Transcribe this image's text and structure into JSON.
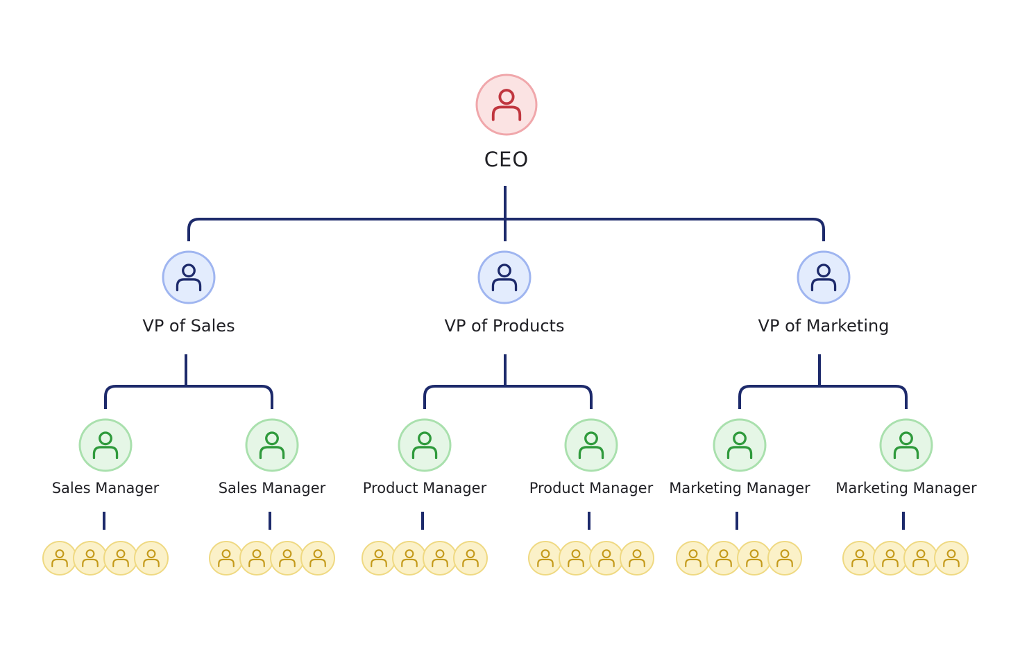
{
  "theme": {
    "line_color": "#1d2a6b",
    "ceo": {
      "fill": "#fbe3e3",
      "ring": "#f0a7ab",
      "icon": "#c0363f"
    },
    "vp": {
      "fill": "#e3ecfd",
      "ring": "#9fb5f0",
      "icon": "#1d2a6b"
    },
    "manager": {
      "fill": "#e5f6e6",
      "ring": "#a9e0ad",
      "icon": "#2f9a3c"
    },
    "staff": {
      "fill": "#fbf1c8",
      "ring": "#efd982",
      "icon": "#c49a1b"
    }
  },
  "org": {
    "ceo": {
      "title": "CEO",
      "icon": "person-icon"
    },
    "vps": [
      {
        "title": "VP of Sales",
        "icon": "person-icon",
        "managers": [
          {
            "title": "Sales Manager",
            "icon": "person-icon",
            "staff_count": 4
          },
          {
            "title": "Sales Manager",
            "icon": "person-icon",
            "staff_count": 4
          }
        ]
      },
      {
        "title": "VP of Products",
        "icon": "person-icon",
        "managers": [
          {
            "title": "Product Manager",
            "icon": "person-icon",
            "staff_count": 4
          },
          {
            "title": "Product Manager",
            "icon": "person-icon",
            "staff_count": 4
          }
        ]
      },
      {
        "title": "VP of Marketing",
        "icon": "person-icon",
        "managers": [
          {
            "title": "Marketing Manager",
            "icon": "person-icon",
            "staff_count": 4
          },
          {
            "title": "Marketing Manager",
            "icon": "person-icon",
            "staff_count": 4
          }
        ]
      }
    ]
  }
}
